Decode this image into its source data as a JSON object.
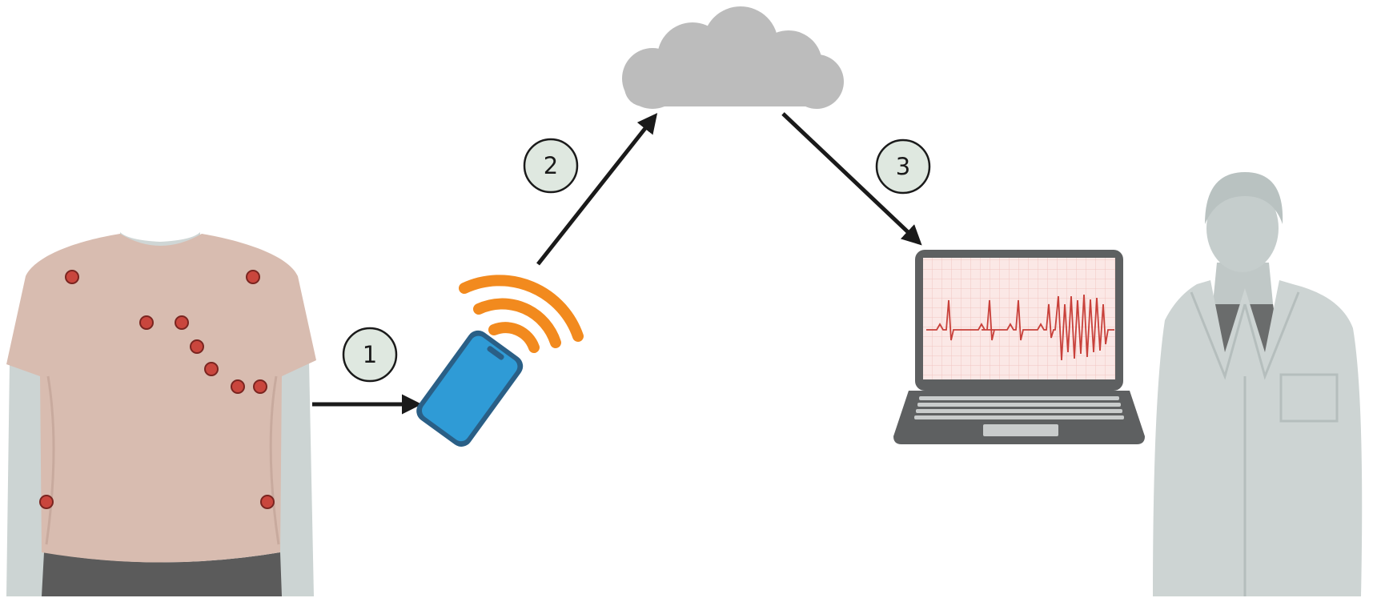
{
  "steps": [
    {
      "number": "1"
    },
    {
      "number": "2"
    },
    {
      "number": "3"
    }
  ],
  "colors": {
    "shirt": "#d8bcb0",
    "electrode": "#c9463d",
    "phone": "#2f9bd6",
    "wifi": "#f28a1e",
    "cloud": "#bcbcbc",
    "laptop_frame": "#5e6061",
    "ecg_trace": "#c8403a",
    "step_circle": "#dfe8e0",
    "doctor": "#c9d0cf"
  },
  "icons": [
    "person-torso-icon",
    "ecg-electrode-icon",
    "smartphone-icon",
    "wifi-signal-icon",
    "cloud-icon",
    "laptop-icon",
    "ecg-waveform-icon",
    "doctor-icon"
  ]
}
